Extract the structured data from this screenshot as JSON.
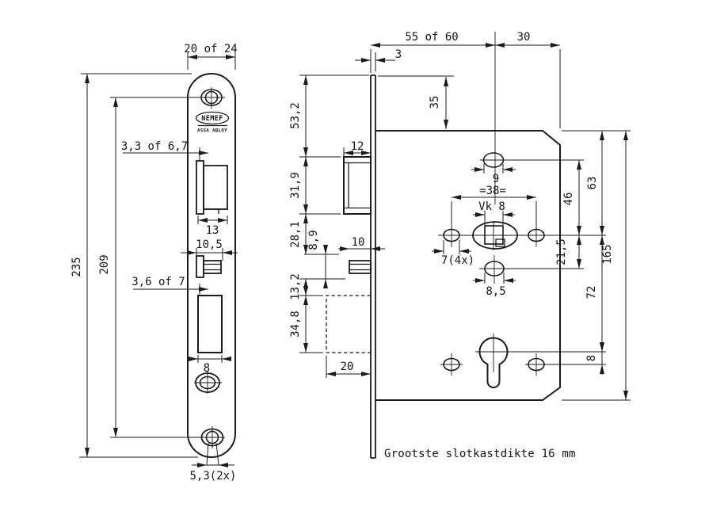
{
  "note": "Grootste slotkastdikte 16 mm",
  "brand": {
    "name": "NEMEF",
    "sub": "ASSA ABLOY"
  },
  "front_view": {
    "plate_width": "20 of 24",
    "plate_height": "235",
    "screw_spacing": "209",
    "latch_offset": "3,3 of 6,7",
    "latch_width": "13",
    "aux_bolt_width": "10,5",
    "deadbolt_offset": "3,6 of 7",
    "deadbolt_width": "8",
    "screw_dia": "5,3(2x)"
  },
  "side_view": {
    "backset": "55 of 60",
    "case_width_right": "30",
    "plate_thickness": "3",
    "plate_to_case_top": "35",
    "plate_top_to_latch": "53,2",
    "latch_protrusion": "12",
    "latch_height": "31,9",
    "latch_to_aux": "28,1",
    "aux_height": "8,9",
    "aux_protrusion": "10",
    "aux_to_deadbolt": "13,2",
    "deadbolt_height": "34,8",
    "deadbolt_throw": "20",
    "top_hole_dia": "9",
    "follower_spacing": "=38=",
    "spindle_size": "Vk 8",
    "fixing_holes": "7(4x)",
    "lower_hole_dia": "8,5",
    "spindle_to_lower_hole": "21,5",
    "top_hole_to_spindle": "46",
    "case_top_to_spindle": "63",
    "spindle_to_cylinder": "72",
    "cylinder_offset": "8",
    "case_height": "165"
  }
}
